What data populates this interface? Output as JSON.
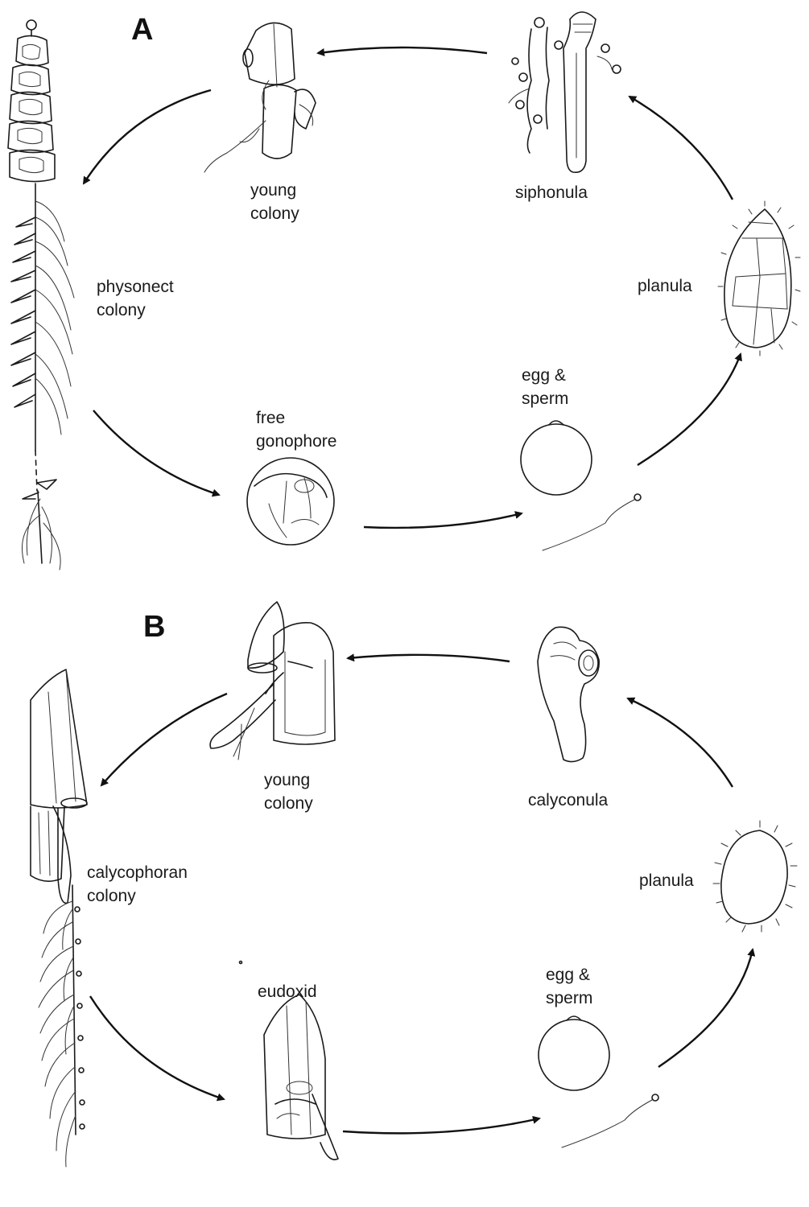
{
  "panels": {
    "a": {
      "letter": "A",
      "stages": {
        "physonect_colony": [
          "physonect",
          "colony"
        ],
        "young_colony": [
          "young",
          "colony"
        ],
        "siphonula": [
          "siphonula"
        ],
        "planula": [
          "planula"
        ],
        "egg_sperm": [
          "egg &",
          "sperm"
        ],
        "free_gonophore": [
          "free",
          "gonophore"
        ]
      }
    },
    "b": {
      "letter": "B",
      "stages": {
        "calycophoran_colony": [
          "calycophoran",
          "colony"
        ],
        "young_colony": [
          "young",
          "colony"
        ],
        "calyconula": [
          "calyconula"
        ],
        "planula": [
          "planula"
        ],
        "egg_sperm": [
          "egg &",
          "sperm"
        ],
        "eudoxid": [
          "eudoxid"
        ]
      }
    }
  }
}
